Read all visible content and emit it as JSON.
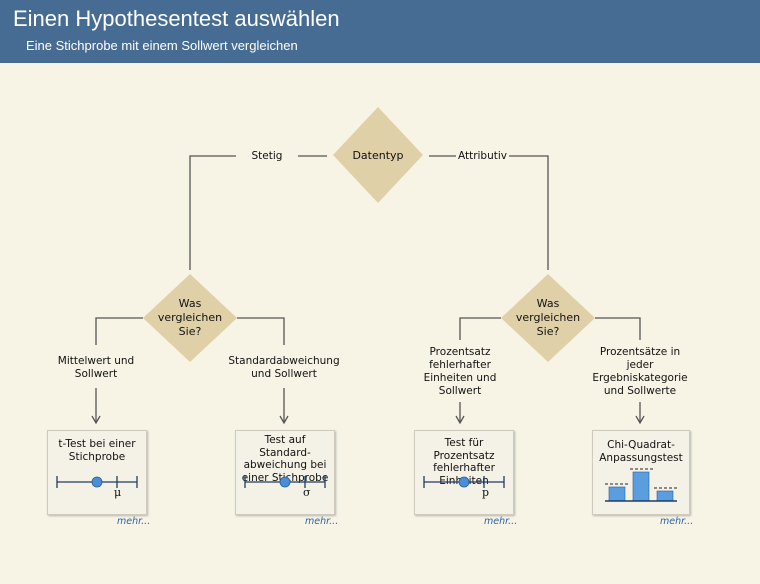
{
  "header": {
    "title": "Einen Hypothesentest auswählen",
    "subtitle": "Eine Stichprobe mit einem Sollwert vergleichen"
  },
  "flow": {
    "root": {
      "label": "Datentyp",
      "left_branch": "Stetig",
      "right_branch": "Attributiv"
    },
    "left_decision": {
      "label": "Was vergleichen Sie?",
      "option_left": "Mittelwert und Sollwert",
      "option_right": "Standardabweichung und Sollwert"
    },
    "right_decision": {
      "label": "Was vergleichen Sie?",
      "option_left": "Prozentsatz fehlerhafter Einheiten und Sollwert",
      "option_right": "Prozentsätze in jeder Ergebniskategorie und Sollwerte"
    }
  },
  "cards": [
    {
      "title": "t-Test bei einer Stichprobe",
      "symbol": "μ",
      "more": "mehr..."
    },
    {
      "title": "Test auf Standard-abweichung bei einer Stichprobe",
      "symbol": "σ",
      "more": "mehr..."
    },
    {
      "title": "Test für Prozentsatz fehlerhafter Einheiten",
      "symbol": "p",
      "more": "mehr..."
    },
    {
      "title": "Chi-Quadrat-Anpassungstest",
      "more": "mehr..."
    }
  ],
  "colors": {
    "header": "#466c93",
    "background": "#f7f4e6",
    "diamond": "#dfd0a8",
    "line": "#555555",
    "marker": "#4a8fd6",
    "link": "#2e62a8"
  }
}
